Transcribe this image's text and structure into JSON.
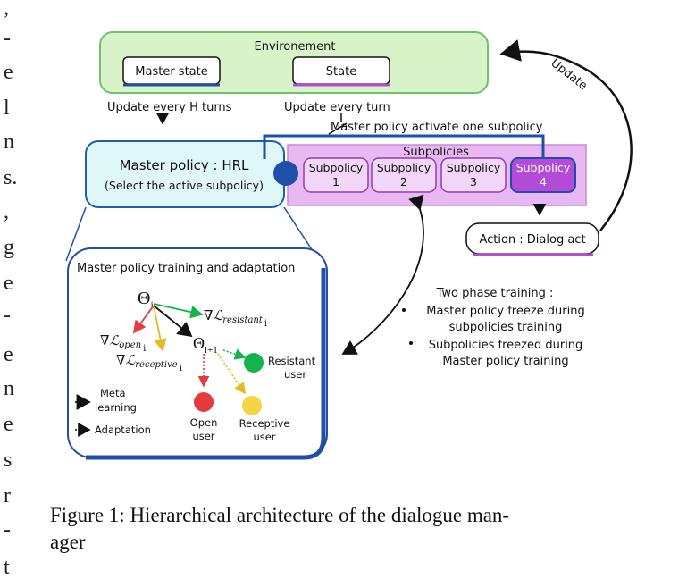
{
  "left_margin_glyphs": [
    ",",
    "-",
    "e",
    "l",
    "n",
    "s.",
    ",",
    "g",
    "e",
    "-",
    "e",
    "n",
    "e",
    "s",
    "r",
    "-",
    "t"
  ],
  "environment": {
    "title": "Environement",
    "master_state_label": "Master state",
    "state_label": "State",
    "update_master_label": "Update every H turns",
    "update_state_label": "Update every turn",
    "update_arrow_label": "Update"
  },
  "master_policy": {
    "title": "Master policy : HRL",
    "subtitle": "(Select the active subpolicy)",
    "activate_label": "Master policy activate one subpolicy"
  },
  "subpolicies": {
    "title": "Subpolicies",
    "items": [
      {
        "line1": "Subpolicy",
        "line2": "1"
      },
      {
        "line1": "Subpolicy",
        "line2": "2"
      },
      {
        "line1": "Subpolicy",
        "line2": "3"
      },
      {
        "line1": "Subpolicy",
        "line2": "4"
      }
    ],
    "active_index": 3
  },
  "action": {
    "label": "Action : Dialog act"
  },
  "training_box": {
    "title": "Master policy training and adaptation",
    "theta_i": "Θ",
    "theta_i_sub": "i",
    "theta_next": "Θ",
    "theta_next_sub": "i+1",
    "grad_resistant": "∇ℒ",
    "grad_resistant_sub": "resistant",
    "grad_open": "∇ℒ",
    "grad_open_sub": "open",
    "grad_receptive": "∇ℒ",
    "grad_receptive_sub": "receptive",
    "index_sub": "i",
    "resistant_user": [
      "Resistant",
      "user"
    ],
    "open_user": [
      "Open",
      "user"
    ],
    "receptive_user": [
      "Receptive",
      "user"
    ],
    "legend_meta": [
      "Meta",
      "learning"
    ],
    "legend_adaptation": "Adaptation"
  },
  "two_phase": {
    "title": "Two phase training :",
    "bullets": [
      [
        "Master policy freeze during",
        "subpolicies training"
      ],
      [
        "Subpolicies freezed during",
        "Master policy training"
      ]
    ]
  },
  "caption": {
    "line1": "Figure 1: Hierarchical architecture of the dialogue man-",
    "line2": "ager"
  },
  "colors": {
    "env_fill": "#d8f3c8",
    "env_stroke": "#6dc26a",
    "master_fill": "#dff7f7",
    "master_stroke": "#1f5fb3",
    "sub_fill": "#e9b8f2",
    "sub_active": "#b44bd8",
    "dark_blue": "#1f4fa8",
    "green": "#16b34a",
    "red": "#e63b3b",
    "yellow": "#f5d443"
  }
}
